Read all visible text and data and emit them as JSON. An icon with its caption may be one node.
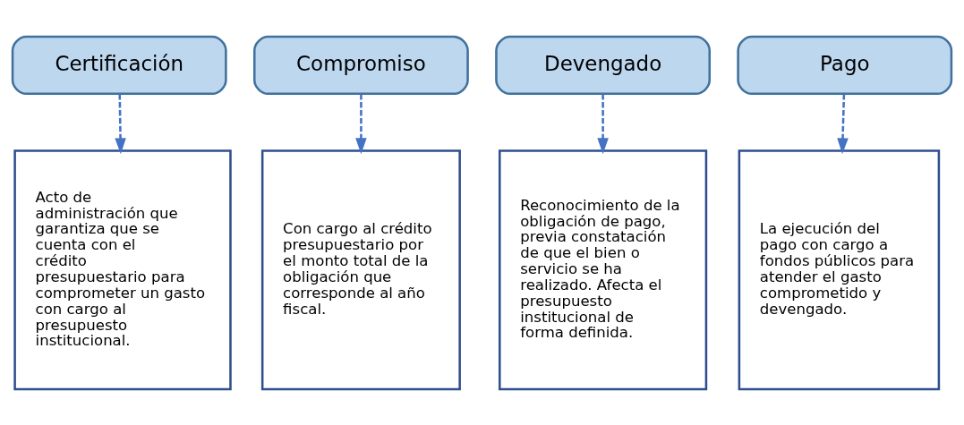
{
  "diagram": {
    "nodes": [
      {
        "text": [
          "Certificación"
        ]
      },
      {
        "text": [
          "Compromiso"
        ]
      },
      {
        "text": [
          "Devengado"
        ]
      },
      {
        "text": [
          "Pago"
        ]
      },
      {
        "text": [
          "Acto de administración que garantiza que se cuenta con el crédito presupuestario para comprometer un gasto con cargo al presupuesto institucional."
        ]
      },
      {
        "text": [
          "Con cargo al crédito presupuestario por el monto total de la obligación que corresponde al año fiscal."
        ]
      },
      {
        "text": [
          "Reconocimiento de la obligación de pago, previa constatación de que el bien o servicio se ha realizado. Afecta el presupuesto institucional de forma definida."
        ]
      },
      {
        "text": [
          "La ejecución del pago con cargo a fondos públicos para atender el gasto comprometido y devengado."
        ]
      }
    ],
    "edges": [
      {
        "from": 0,
        "to": 4,
        "arrow": "to",
        "style": "dashed"
      },
      {
        "from": 1,
        "to": 5,
        "arrow": "to",
        "style": "dashed"
      },
      {
        "from": 2,
        "to": 6,
        "arrow": "to",
        "style": "dashed"
      },
      {
        "from": 3,
        "to": 7,
        "arrow": "to",
        "style": "dashed"
      }
    ]
  }
}
